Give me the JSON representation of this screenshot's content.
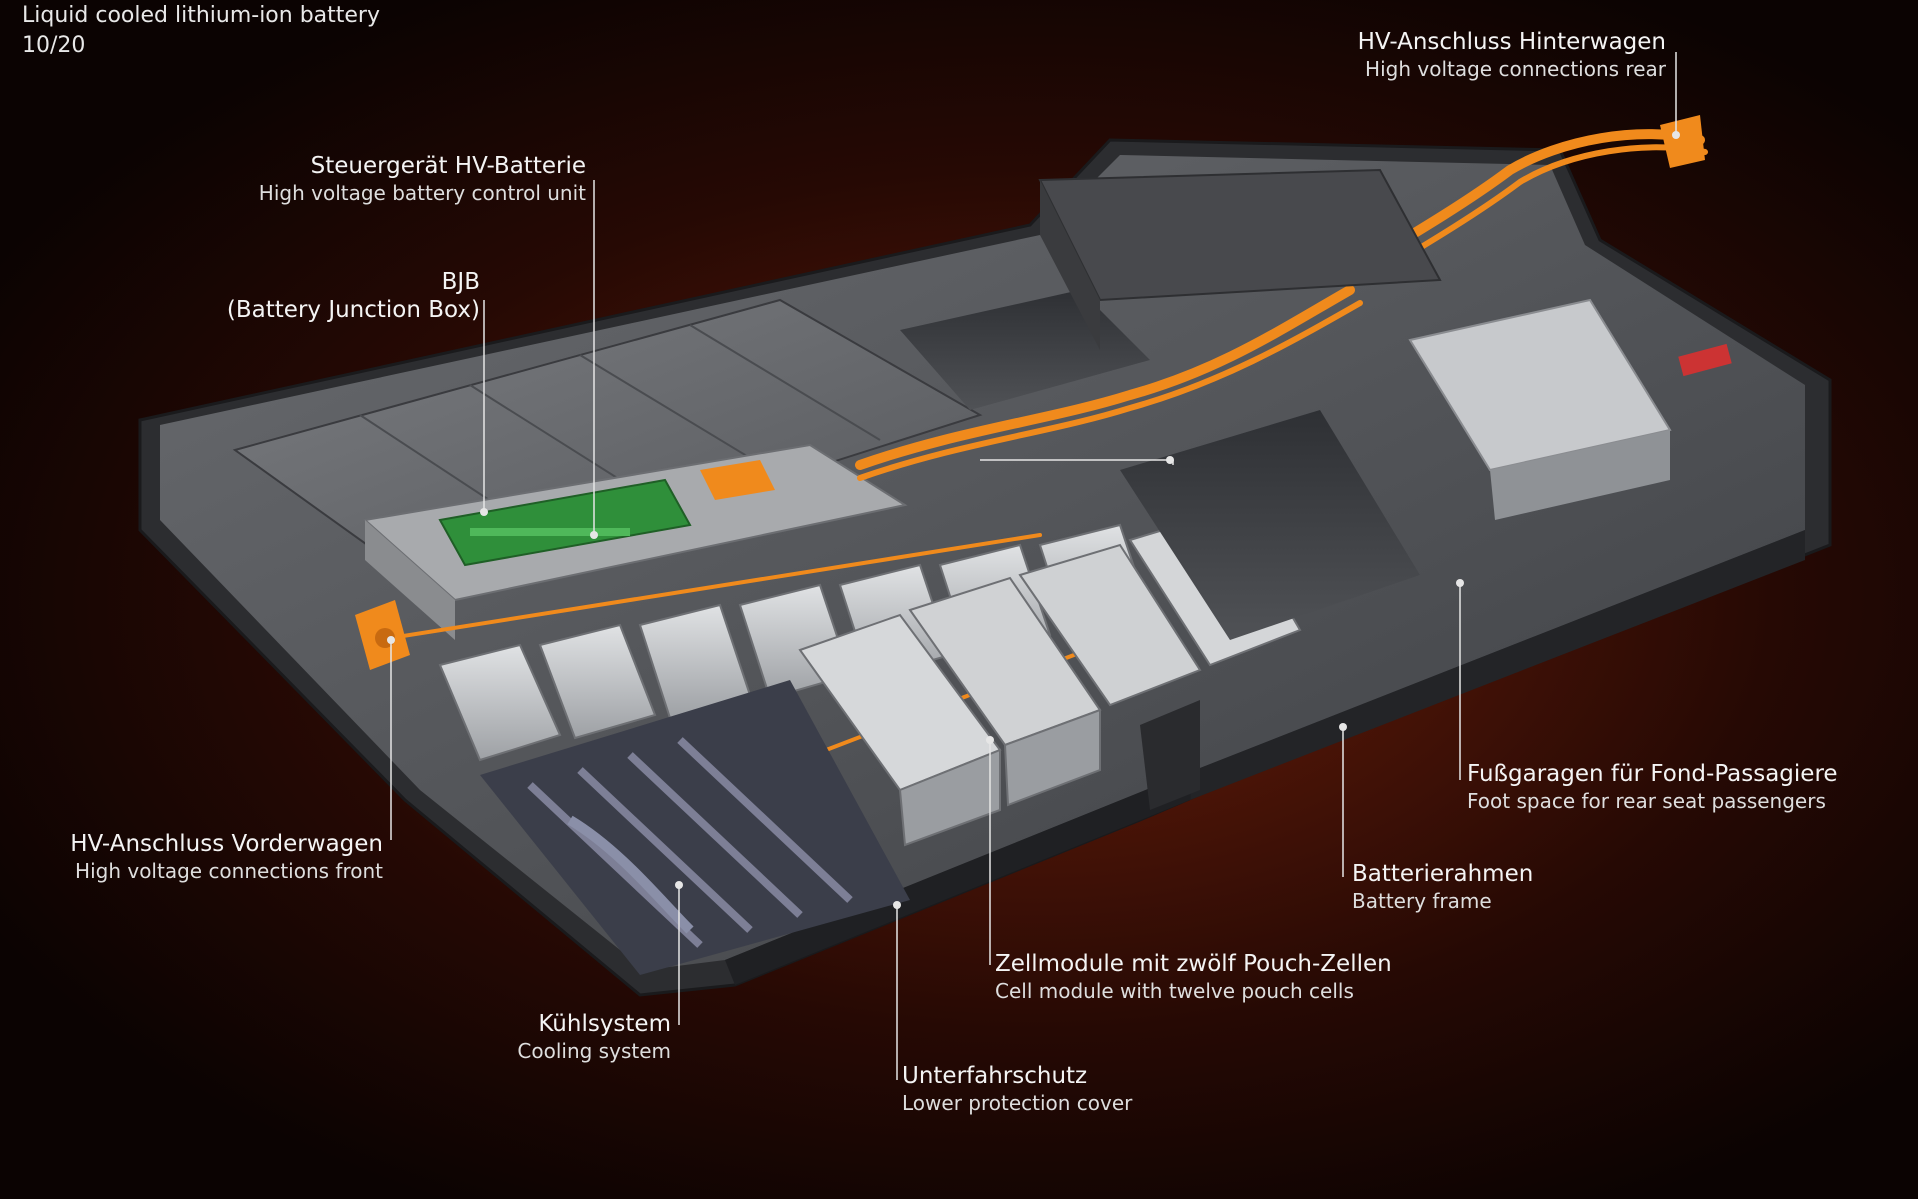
{
  "header": {
    "title": "Liquid cooled lithium-ion battery",
    "page_counter": "10/20"
  },
  "labels": {
    "hv_rear": {
      "de": "HV-Anschluss Hinterwagen",
      "en": "High voltage connections rear"
    },
    "control_unit": {
      "de": "Steuergerät HV-Batterie",
      "en": "High voltage battery control unit"
    },
    "bjb": {
      "de": "BJB",
      "en": "(Battery Junction Box)"
    },
    "hv_front": {
      "de": "HV-Anschluss Vorderwagen",
      "en": "High voltage connections front"
    },
    "foot_space": {
      "de": "Fußgaragen für Fond-Passagiere",
      "en": "Foot space for rear seat passengers"
    },
    "frame": {
      "de": "Batterierahmen",
      "en": "Battery frame"
    },
    "cell_module": {
      "de": "Zellmodule mit zwölf Pouch-Zellen",
      "en": "Cell module with twelve pouch cells"
    },
    "cooling": {
      "de": "Kühlsystem",
      "en": "Cooling system"
    },
    "cover": {
      "de": "Unterfahrschutz",
      "en": "Lower protection cover"
    }
  },
  "colors": {
    "background": "#4a1407",
    "housing": "#5a5c60",
    "cables": "#f08a1c",
    "cell_modules": "#c9cbcd",
    "pcb": "#2f8f3a",
    "leader_lines": "#e6e6e6"
  }
}
